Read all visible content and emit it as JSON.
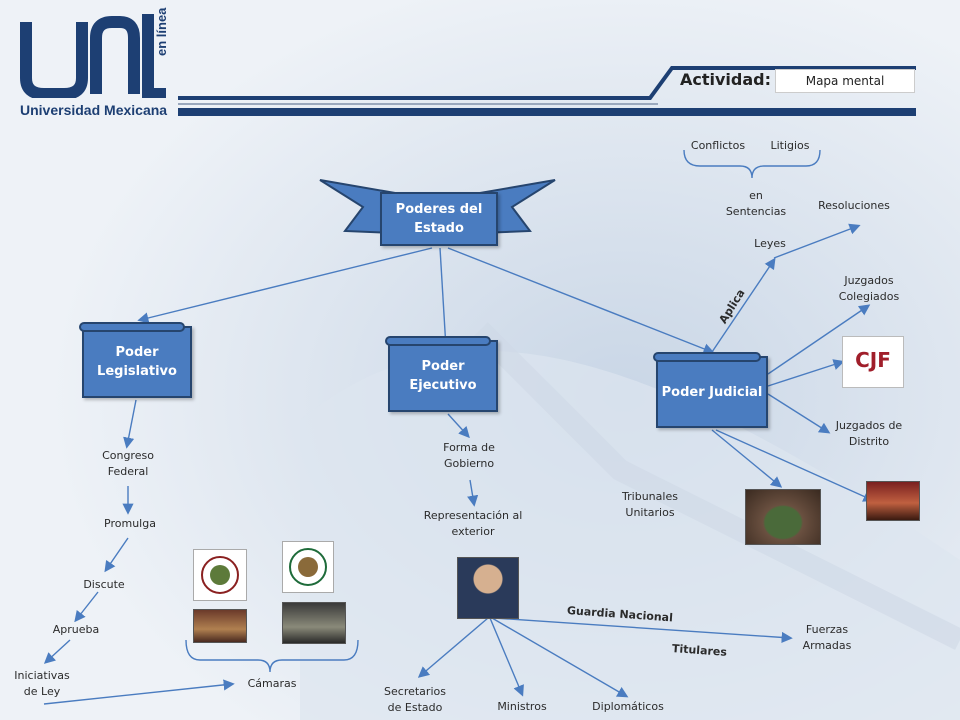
{
  "header": {
    "logo_name": "Universidad Mexicana",
    "logo_tag": "en línea",
    "activity_label": "Actividad",
    "activity_colon": ":",
    "activity_value": "Mapa mental"
  },
  "root": {
    "label": "Poderes del Estado"
  },
  "branches": {
    "legislativo": {
      "label": "Poder Legislativo"
    },
    "ejecutivo": {
      "label": "Poder Ejecutivo"
    },
    "judicial": {
      "label": "Poder Judicial"
    }
  },
  "legislativo_items": {
    "congreso": "Congreso Federal",
    "promulga": "Promulga",
    "discute": "Discute",
    "aprueba": "Aprueba",
    "iniciativas": "Iniciativas de Ley",
    "camaras": "Cámaras"
  },
  "ejecutivo_items": {
    "forma": "Forma de Gobierno",
    "representacion": "Representación al exterior",
    "guardia": "Guardia Nacional",
    "titulares": "Titulares",
    "fuerzas": "Fuerzas Armadas",
    "secretarios": "Secretarios de Estado",
    "ministros": "Ministros",
    "diplomaticos": "Diplomáticos"
  },
  "judicial_items": {
    "aplica": "Aplica",
    "leyes": "Leyes",
    "sentencias": "en Sentencias",
    "resoluciones": "Resoluciones",
    "conflictos": "Conflictos",
    "litigios": "Litigios",
    "colegiados": "Juzgados Colegiados",
    "distrito": "Juzgados de Distrito",
    "unitarios": "Tribunales Unitarios",
    "cjf_logo": "CJF"
  },
  "colors": {
    "node_fill": "#4a7cc0",
    "node_border": "#26456e",
    "line": "#4a7cc0",
    "brand": "#1d3f73"
  }
}
